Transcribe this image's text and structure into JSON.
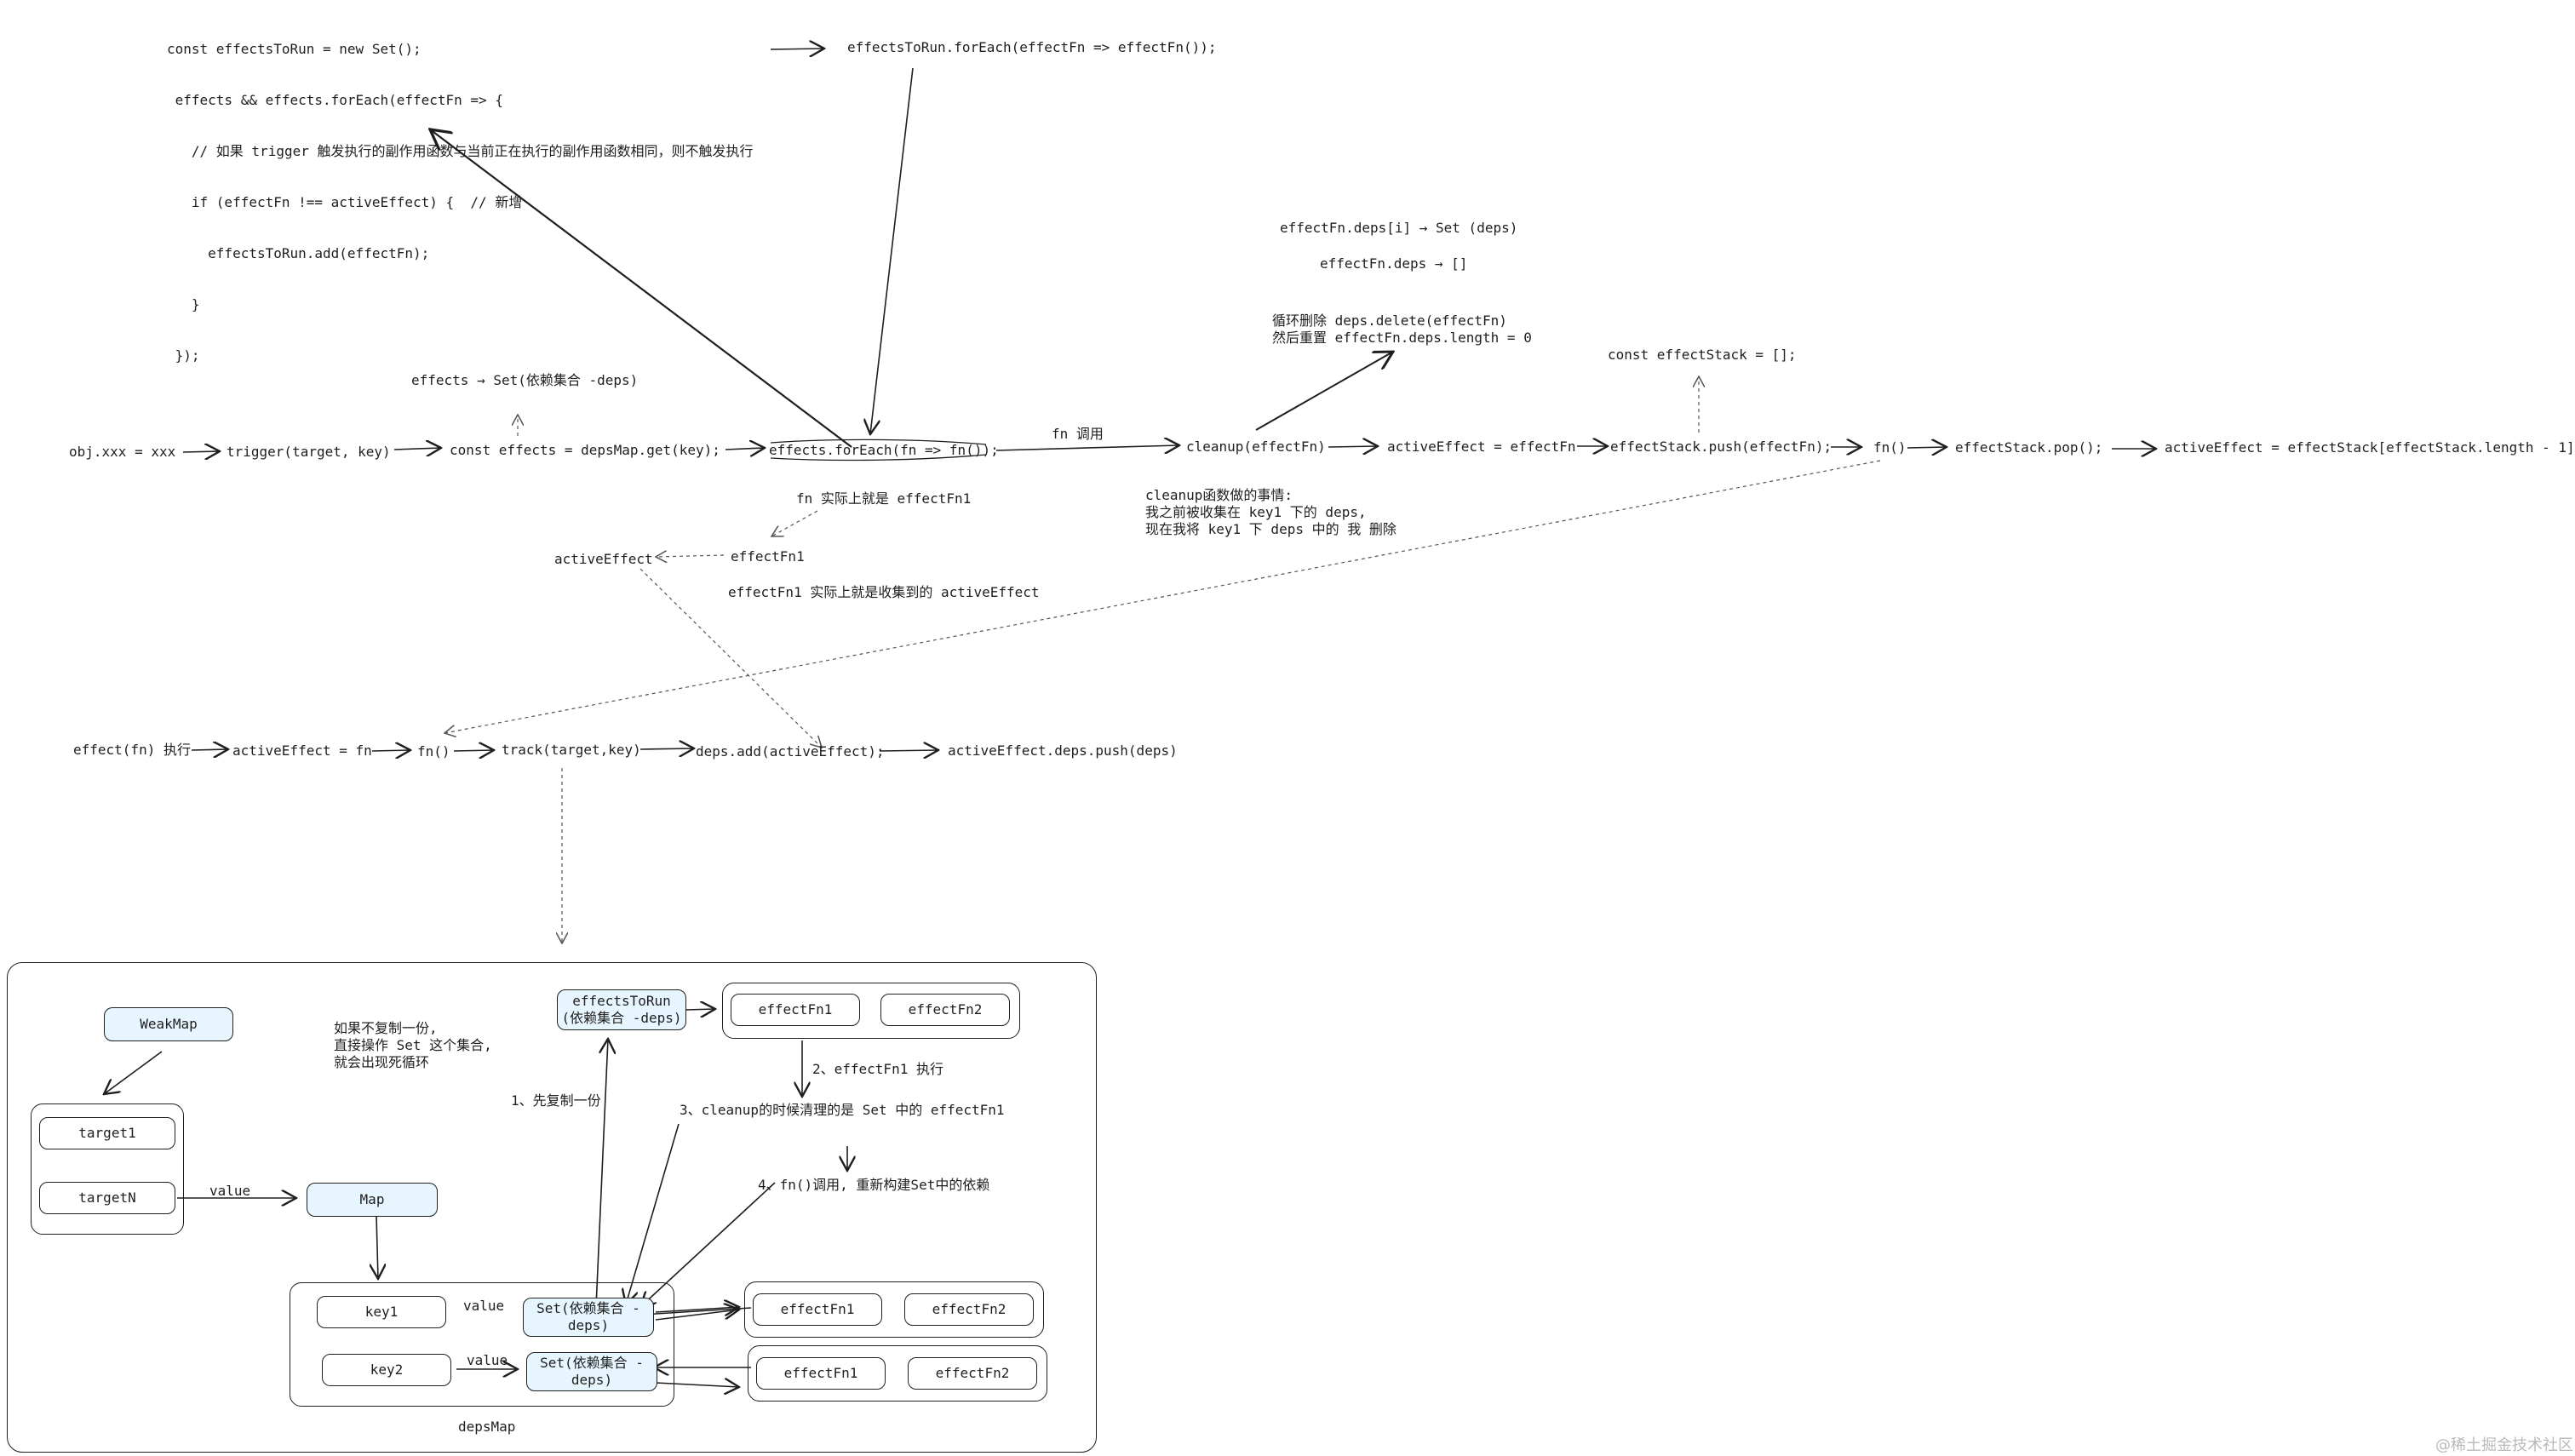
{
  "code_block": [
    "const effectsToRun = new Set();",
    " effects && effects.forEach(effectFn => {",
    "   // 如果 trigger 触发执行的副作用函数与当前正在执行的副作用函数相同，则不触发执行",
    "   if (effectFn !== activeEffect) {  // 新增",
    "     effectsToRun.add(effectFn);",
    "   }",
    " });"
  ],
  "top": {
    "run_each": "effectsToRun.forEach(effectFn => effectFn());",
    "deps_i": "effectFn.deps[i] → Set (deps)",
    "deps_arr": "effectFn.deps → []",
    "cleanup_note_1": "循环删除 deps.delete(effectFn)",
    "cleanup_note_2": "然后重置 effectFn.deps.length = 0",
    "effect_stack": "const effectStack = [];",
    "effects_set": "effects → Set(依赖集合 -deps)"
  },
  "trigger_flow": {
    "n1": "obj.xxx = xxx",
    "n2": "trigger(target, key)",
    "n3": "const effects = depsMap.get(key);",
    "n4": "effects.forEach(fn => fn());",
    "n4_label": "fn 调用",
    "n5": "cleanup(effectFn)",
    "n6": "activeEffect = effectFn",
    "n7": "effectStack.push(effectFn);",
    "n8": "fn()",
    "n9": "effectStack.pop();",
    "n10": "activeEffect = effectStack[effectStack.length - 1];"
  },
  "notes": {
    "fn_is": "fn 实际上就是 effectFn1",
    "effectfn1": "effectFn1",
    "active_effect": "activeEffect",
    "collected": "effectFn1 实际上就是收集到的 activeEffect",
    "cleanup_title": "cleanup函数做的事情:",
    "cleanup_l1": "我之前被收集在 key1 下的 deps,",
    "cleanup_l2": "现在我将 key1 下 deps 中的 我 删除"
  },
  "effect_flow": {
    "n1": "effect(fn) 执行",
    "n2": "activeEffect = fn",
    "n3": "fn()",
    "n4": "track(target,key)",
    "n5": "deps.add(activeEffect);",
    "n6": "activeEffect.deps.push(deps)"
  },
  "structure": {
    "weakmap": "WeakMap",
    "target1": "target1",
    "targetN": "targetN",
    "value_label": "value",
    "map": "Map",
    "key1": "key1",
    "key2": "key2",
    "set1": "Set(依赖集合 -\ndeps)",
    "set2": "Set(依赖集合 -\ndeps)",
    "efn1": "effectFn1",
    "efn2": "effectFn2",
    "effects_to_run": "effectsToRun\n(依赖集合 -deps)",
    "depsmap": "depsMap",
    "loop_note": "如果不复制一份,\n直接操作 Set 这个集合,\n就会出现死循环",
    "step1": "1、先复制一份",
    "step2": "2、effectFn1 执行",
    "step3": "3、cleanup的时候清理的是 Set 中的 effectFn1",
    "step4": "4、fn()调用, 重新构建Set中的依赖"
  },
  "watermark": "@稀土掘金技术社区"
}
